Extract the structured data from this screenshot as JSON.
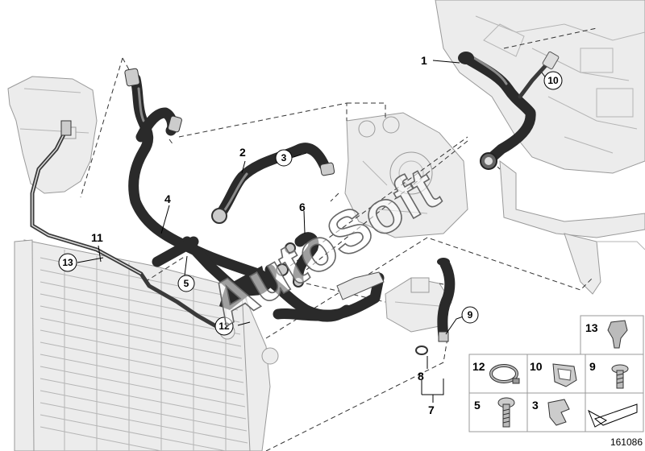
{
  "watermark": "AutoSoft",
  "diagram_number": "161086",
  "callouts": {
    "c1": "1",
    "c2": "2",
    "c3": "3",
    "c4": "4",
    "c5": "5",
    "c6": "6",
    "c7": "7",
    "c8": "8",
    "c9": "9",
    "c10": "10",
    "c11": "11",
    "c12": "12",
    "c13": "13"
  },
  "legend": {
    "cells": [
      "13",
      "12",
      "10",
      "9",
      "5",
      "3"
    ]
  },
  "colors": {
    "hose": "#2a2a2a",
    "ghost": "#ececec",
    "line": "#333333"
  }
}
